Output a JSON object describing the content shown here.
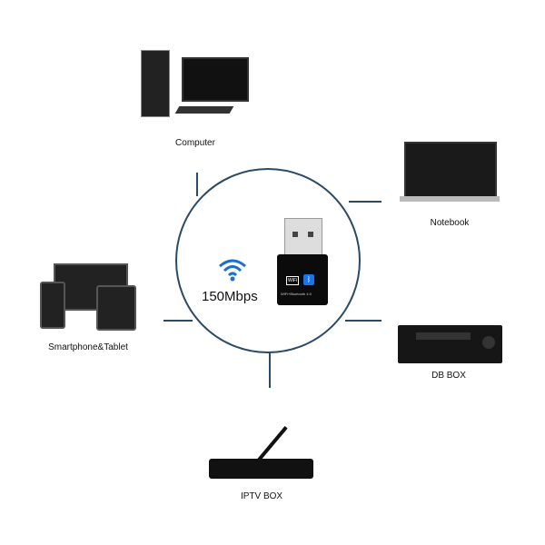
{
  "center": {
    "speed": "150Mbps",
    "dongle_badge": "WiFi",
    "dongle_text": "WiFi+Bluetooth 4.0"
  },
  "devices": {
    "computer": "Computer",
    "notebook": "Notebook",
    "smartphone": "Smartphone&Tablet",
    "dbbox": "DB BOX",
    "iptv": "IPTV BOX"
  },
  "colors": {
    "circle": "#2a4a66",
    "wifi": "#1a6fd0",
    "bluetooth": "#1a73e8"
  }
}
